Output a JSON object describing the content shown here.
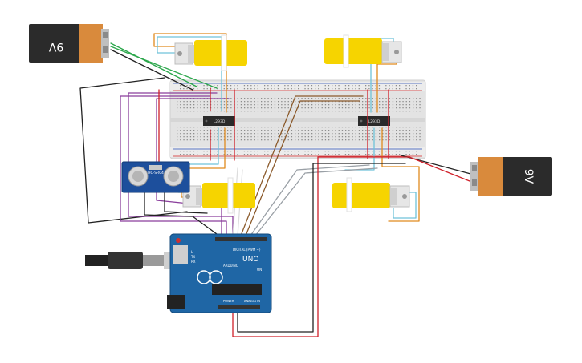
{
  "battery_left": {
    "label": "9V"
  },
  "battery_right": {
    "label": "9V"
  },
  "driver_left": {
    "label": "L293D"
  },
  "driver_right": {
    "label": "L293D"
  },
  "sensor": {
    "label": "HC-SR04"
  },
  "arduino": {
    "brand": "ARDUINO",
    "model": "UNO",
    "digital_label": "DIGITAL (PWM ~)",
    "power_label": "POWER",
    "analog_label": "ANALOG IN",
    "tx_label": "TX",
    "rx_label": "RX",
    "l_label": "L",
    "on_label": "ON"
  },
  "colors": {
    "wire_red": "#d0202a",
    "wire_black": "#222222",
    "wire_orange": "#e08a1e",
    "wire_cyan": "#6fc2d9",
    "wire_purple": "#8a3e9c",
    "wire_green": "#2aa64a",
    "wire_brown": "#8b5a2b",
    "wire_gray": "#9aa0a6",
    "motor_yellow": "#f6d400",
    "arduino_blue": "#1f66a5",
    "breadboard": "#e6e6e6"
  }
}
